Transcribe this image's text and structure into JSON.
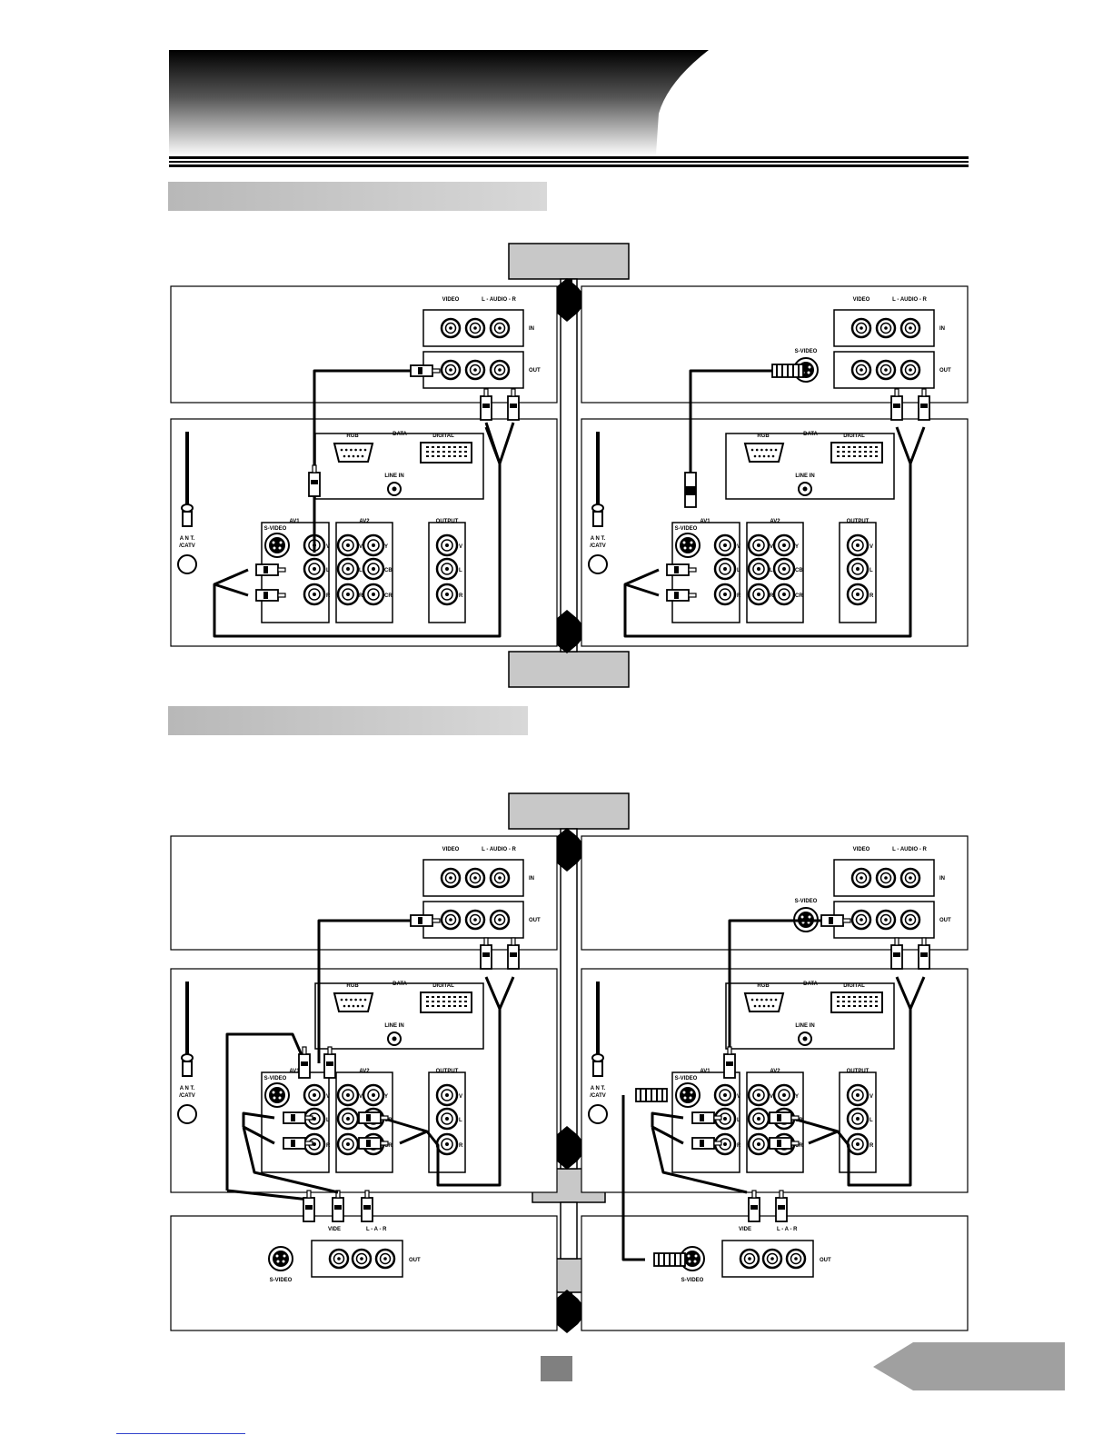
{
  "header_banner": {
    "title": ""
  },
  "sections": [
    {
      "heading": ""
    },
    {
      "heading": ""
    }
  ],
  "labels": {
    "video": "VIDEO",
    "audio_lr": "L - AUDIO - R",
    "in": "IN",
    "out": "OUT",
    "s_video": "S-VIDEO",
    "rgb": "RGB",
    "data": "DATA",
    "digital": "DIGITAL",
    "line_in": "LINE IN",
    "av1": "AV1",
    "av2": "AV2",
    "output": "OUTPUT",
    "ant": "A N T.",
    "catv": "/CATV",
    "v": "V",
    "y": "Y",
    "l": "L",
    "r": "R",
    "cb": "CB",
    "cr": "CR",
    "vide_partial": "VIDE",
    "out_lr_partial": "L - A - R"
  },
  "footer": {
    "page_number": ""
  },
  "colors": {
    "label_box": "#c8c8c8",
    "page_box": "#808080",
    "arrow_tab": "#a0a0a0"
  }
}
